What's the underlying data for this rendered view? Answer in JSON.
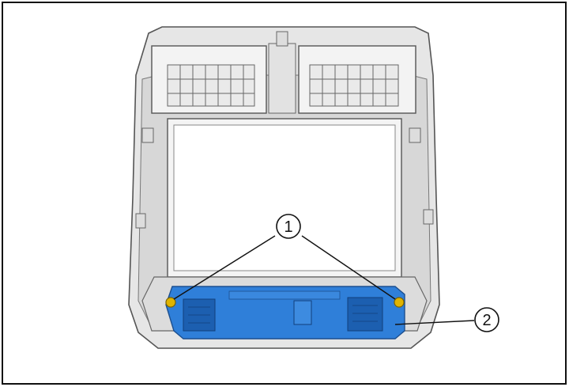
{
  "diagram": {
    "colors": {
      "frame_fill": "#e6e6e6",
      "frame_shade": "#c9c9c9",
      "outline": "#555555",
      "module_fill": "#2f7fd9",
      "module_dark": "#1c5fb0",
      "fastener": "#e0b400",
      "leader": "#111111",
      "border": "#111111"
    },
    "callouts": [
      {
        "label": "1",
        "target": "module-mounting-screws"
      },
      {
        "label": "2",
        "target": "control-module"
      }
    ]
  }
}
